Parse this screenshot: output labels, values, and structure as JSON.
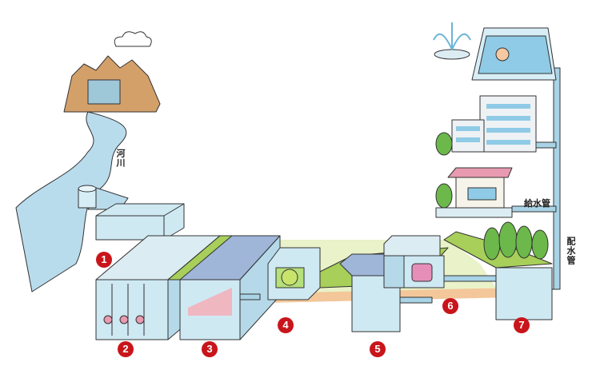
{
  "labels": {
    "river": "河川",
    "service_pipe": "給水管",
    "distribution_pipe": "配水管"
  },
  "steps": [
    "1",
    "2",
    "3",
    "4",
    "5",
    "6",
    "7"
  ],
  "colors": {
    "water": "#b9dced",
    "pipe": "#a9d3e6",
    "grass": "#a7cf5a",
    "step_badge": "#c8151b",
    "soil": "#f3c79a"
  }
}
